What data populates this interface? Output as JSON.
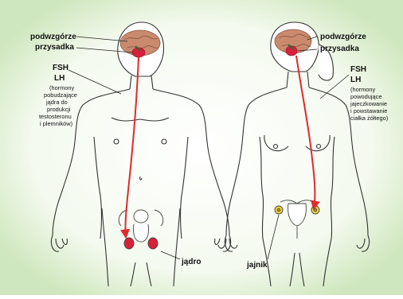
{
  "male": {
    "hypothalamus": "podwzgórze",
    "pituitary": "przysadka",
    "fsh": "FSH",
    "lh": "LH",
    "note": [
      "(hormony",
      "pobudzające",
      "jądra do",
      "produkcji",
      "testosteronu",
      "i plemników)"
    ],
    "gonad": "jądro"
  },
  "female": {
    "hypothalamus": "podwzgórze",
    "pituitary": "przysadka",
    "fsh": "FSH",
    "lh": "LH",
    "note": [
      "(hormony",
      "powodujące",
      "jajeczkowanie",
      "i powstawanie",
      "ciałka żółtego)"
    ],
    "gonad": "jajnik"
  },
  "colors": {
    "arrow": "#e02a2a",
    "brain": "#c98a6e",
    "gland": "#d9203a",
    "background_glow": "#d6ecc8"
  }
}
